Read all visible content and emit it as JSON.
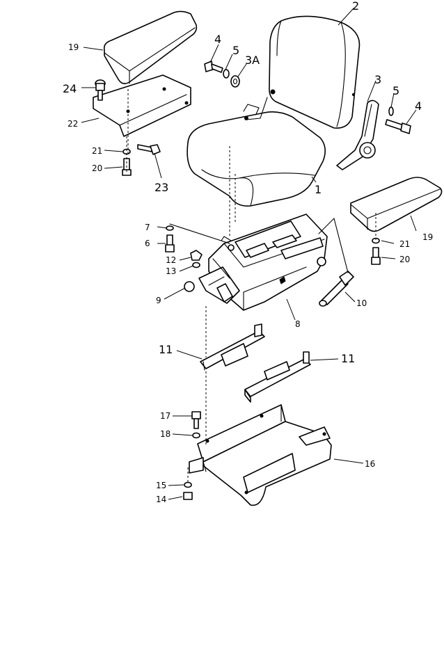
{
  "callouts": {
    "c1": "1",
    "c2": "2",
    "c3": "3",
    "c3a": "3A",
    "c4a": "4",
    "c4b": "4",
    "c5a": "5",
    "c5b": "5",
    "c6": "6",
    "c7": "7",
    "c8": "8",
    "c9": "9",
    "c10": "10",
    "c11a": "11",
    "c11b": "11",
    "c12": "12",
    "c13": "13",
    "c14": "14",
    "c15": "15",
    "c16": "16",
    "c17": "17",
    "c18": "18",
    "c19a": "19",
    "c19b": "19",
    "c20a": "20",
    "c20b": "20",
    "c21a": "21",
    "c21b": "21",
    "c22": "22",
    "c23": "23",
    "c24": "24"
  }
}
